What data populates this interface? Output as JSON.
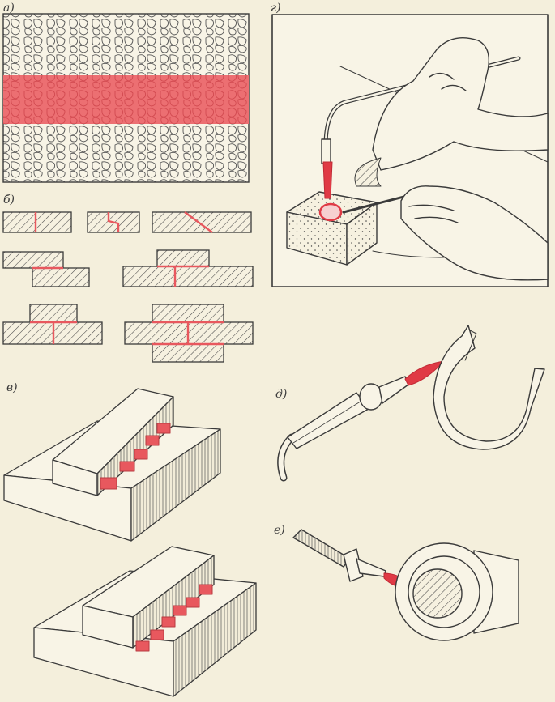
{
  "labels": {
    "a": "а)",
    "b": "б)",
    "v": "в)",
    "g": "г)",
    "d": "д)",
    "e": "е)"
  },
  "colors": {
    "paper": "#f4efdc",
    "ink": "#3a3a3a",
    "solder": "#e8585e",
    "flame": "#e03a45"
  },
  "icons": {
    "torch": "welding-torch-icon",
    "hand": "hand-icon",
    "ring": "ring-part-icon"
  }
}
